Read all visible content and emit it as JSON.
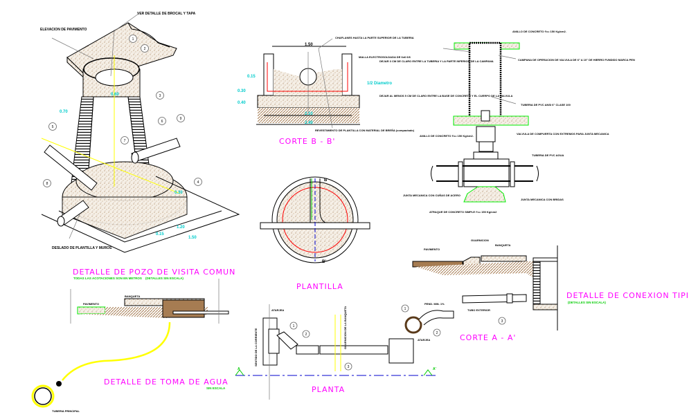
{
  "colors": {
    "title": "#ff00ff",
    "note": "#00cc00",
    "dimension": "#00cccc",
    "axis": "#ffff00",
    "cut_line": "#0000cc",
    "rebar": "#ff0000",
    "soil": "#a67c52"
  },
  "manhole": {
    "label_tapa": "VER DETALLE DE BROCAL Y TAPA",
    "label_pavimento": "ELEVACION DE PAVIMENTO",
    "label_plantilla": "DESLADO DE PLANTILLA Y MUROS",
    "dims": [
      "0.60",
      "0.70",
      "0.30",
      "0.15",
      "1.20",
      "1.50"
    ],
    "callouts": [
      "1",
      "2",
      "3",
      "4",
      "5",
      "6",
      "7",
      "8",
      "9"
    ],
    "title": "DETALLE DE POZO DE VISITA COMUN",
    "note_left": "TODAS LAS ACOTACIONES SON EN METROS",
    "note_right": "(DETALLES SIN ESCALA)"
  },
  "corte_bb": {
    "dim_top": "1.50",
    "dim_mid": "2.10",
    "dim_bottom": "2.40",
    "dim_015": "0.15",
    "dim_030": "0.30",
    "dim_040": "0.40",
    "dim_diam": "1/2 Diametro",
    "label_top": "CHAFLANES HASTA LA PARTE SUPERIOR DE LA TUBERIA",
    "label_malla": "MALLA ELECTROSOLDADA DE 6x6 6/6",
    "label_bottom": "REVESTIMIENTO DE PLANTILLA CON MATERIAL DE BREÑA (compactado)",
    "title": "CORTE B - B'"
  },
  "valve": {
    "label_anillo_top": "ANILLO DE CONCRETO f'c= 150 Kg/cm2.",
    "label_campana": "CAMPANA DE OPERACION DE VALVULA DE 6\" A 10\" DE HIERRO FUNDIDO MARCA PEN",
    "label_tubo_pvc": "TUBERIA DE PVC ANSI 6\" CLASE 100",
    "label_left_top": "DEJAR 3 CM DE CLARO ENTRE LA TUBERIA Y LA PARTE INFERIOR DE LA CAMPANA",
    "label_left_mid": "DEJAR AL MENOS 5 CM DE CLARO ENTRE LA BASE DE CONCRETO Y EL CUERPO DE LA VALVULA",
    "label_anillo_bottom": "ANILLO DE CONCRETO f'c= 150 Kg/cm2.",
    "label_valvula": "VALVULA DE COMPUERTA CON EXTREMOS PARA JUNTA MECANICA",
    "label_tuberia": "TUBERIA DE PVC AGUA",
    "label_junta_left": "JUNTA MECANICA CON CUÑAS DE ACERO",
    "label_junta_right": "JUNTA MECANICA CON BRIDAS",
    "label_atraque": "ATRAQUE DE CONCRETO SIMPLE f'c= 150 Kg/cm2"
  },
  "plantilla": {
    "title": "PLANTILLA",
    "cut_b_top": "B",
    "cut_b_bottom": "B'"
  },
  "toma": {
    "label_banqueta": "BANQUETA",
    "label_pavimento": "PAVIMENTO",
    "label_tuberia": "TUBERIA PRINCIPAL",
    "title": "DETALLE DE TOMA DE AGUA",
    "note": "SIN ESCALA"
  },
  "planta": {
    "label_atarjea_left": "ATARJEA",
    "label_eje_corriente": "SENTIDO DE LA CORRIENTE",
    "label_guarnicion": "GUARNICION DE LA BANQUETA",
    "label_codo": "PEND. MIN. 1%",
    "label_atarjea_right": "ATARJEA",
    "callouts": [
      "1",
      "2",
      "3",
      "1",
      "2"
    ],
    "cut_a": "A",
    "cut_a2": "A'",
    "title": "PLANTA"
  },
  "conexion": {
    "label_guarnicion": "GUARNICION",
    "label_banqueta": "BANQUETA",
    "label_pavimento": "PAVIMENTO",
    "label_tubo": "TUBO EXTERIOR",
    "callout": "3",
    "title": "DETALLE DE CONEXION TIPICA",
    "note": "(DETALLES SIN ESCALA)",
    "corte_title": "CORTE A - A'"
  }
}
